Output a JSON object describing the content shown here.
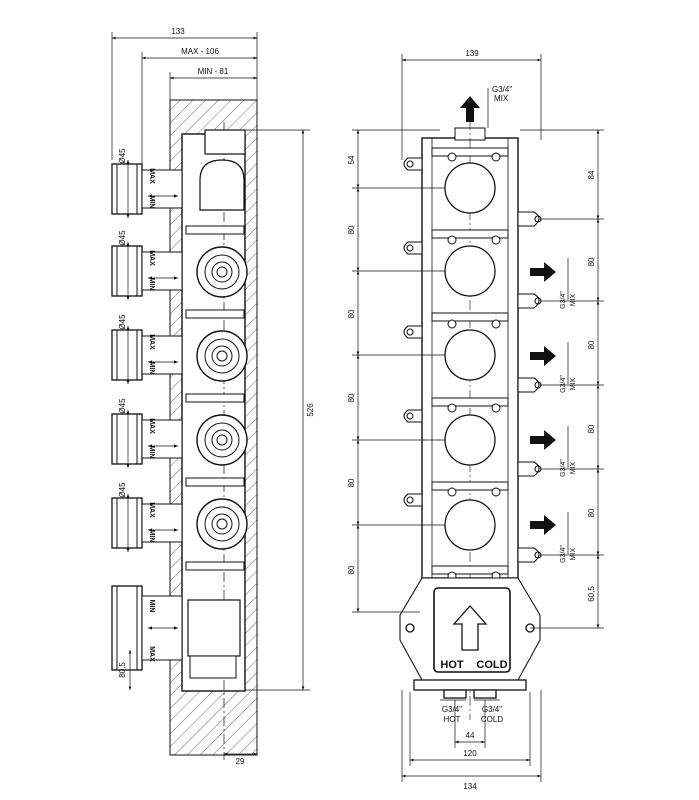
{
  "side_view": {
    "dims": {
      "total_depth": "133",
      "max_depth": "MAX - 106",
      "min_depth": "MIN - 81",
      "height": "526",
      "bottom_offset": "80,5",
      "bottom_width": "29"
    },
    "knob_diameter_labels": [
      "Ø45",
      "Ø45",
      "Ø45",
      "Ø45",
      "Ø45"
    ],
    "max_label": "MAX",
    "min_label": "MIN"
  },
  "front_view": {
    "dims": {
      "top_width": "139",
      "top_offset": "54",
      "right_top": "84",
      "spacings": [
        "80",
        "80",
        "80",
        "80",
        "80"
      ],
      "right_spacings": [
        "80",
        "80",
        "80",
        "80"
      ],
      "right_bottom": "60,5",
      "inlet_spacing": "44",
      "inner_width": "120",
      "outer_width": "134"
    },
    "outlet_top": {
      "thread": "G3/4\"",
      "label": "MIX"
    },
    "outlets_side": [
      {
        "thread": "G3/4\"",
        "label": "MIX"
      },
      {
        "thread": "G3/4\"",
        "label": "MIX"
      },
      {
        "thread": "G3/4\"",
        "label": "MIX"
      },
      {
        "thread": "G3/4\"",
        "label": "MIX"
      }
    ],
    "inlet_hot": {
      "thread": "G3/4\"",
      "label": "HOT"
    },
    "inlet_cold": {
      "thread": "G3/4\"",
      "label": "COLD"
    },
    "box_hot_label": "HOT",
    "box_cold_label": "COLD"
  }
}
